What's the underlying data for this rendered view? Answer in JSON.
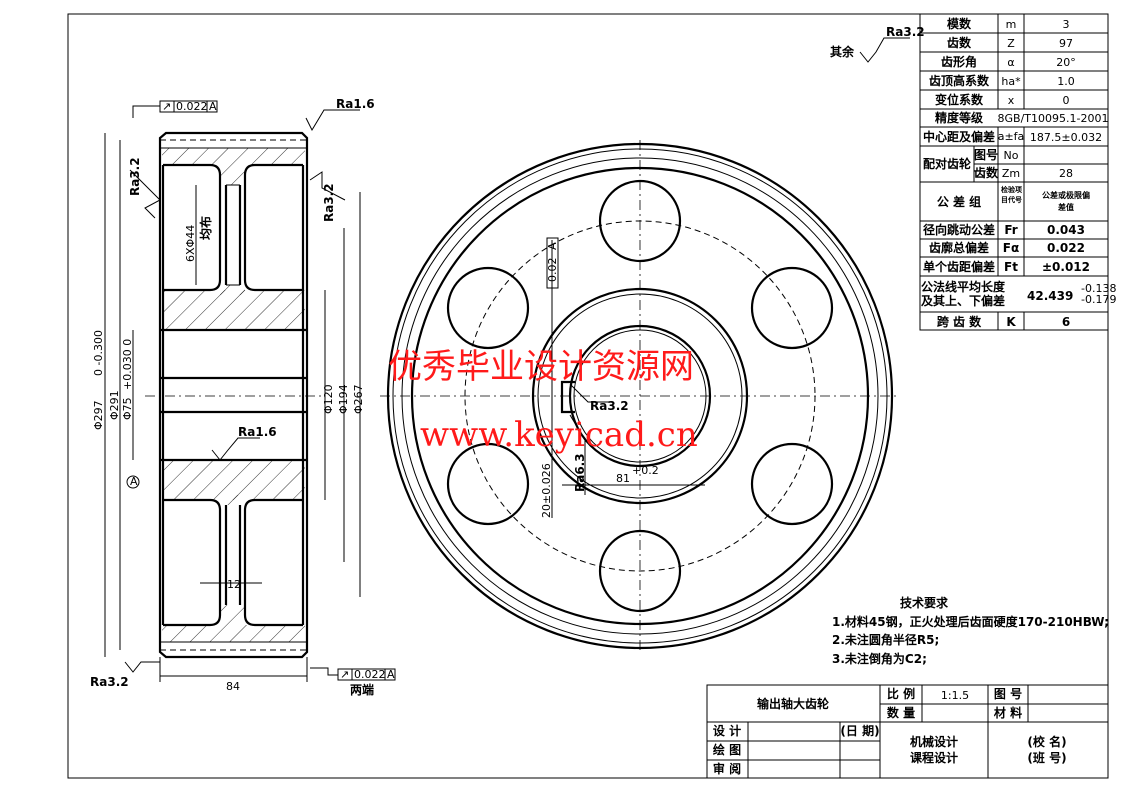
{
  "drawing": {
    "surface_note": "其余",
    "surface_note_ra": "Ra3.2",
    "left_view": {
      "tol_top": "0.022",
      "tol_top_datum": "A",
      "tol_bottom": "0.022",
      "tol_bottom_datum": "A",
      "ra_top": "Ra1.6",
      "ra_left": "Ra3.2",
      "ra_right": "Ra3.2",
      "ra_bore": "Ra1.6",
      "ra_bottom": "Ra3.2",
      "holes_dim": "6XΦ44",
      "holes_note": "均布",
      "dim_od": "Φ297",
      "dim_od_tol": "0 -0.300",
      "dim_291": "Φ291",
      "dim_bore": "Φ75",
      "dim_bore_tol": "+0.030 0",
      "dim_120": "Φ120",
      "dim_194": "Φ194",
      "dim_267": "Φ267",
      "dim_web": "12",
      "dim_width": "84",
      "datum": "A",
      "both_ends": "两端"
    },
    "right_view": {
      "tol_keyway": "0.02",
      "tol_keyway_datum": "A",
      "ra_key": "Ra3.2",
      "ra_key_side": "Ra6.3",
      "dim_key_width": "20±0.026",
      "dim_key_depth": "81",
      "dim_key_depth_tol": "+0.2"
    }
  },
  "watermark": {
    "line1": "优秀毕业设计资源网",
    "line2": "www.keyicad.cn",
    "color": "#ff1a1a"
  },
  "param_table": {
    "rows": [
      {
        "name": "模数",
        "sym": "m",
        "value": "3"
      },
      {
        "name": "齿数",
        "sym": "Z",
        "value": "97"
      },
      {
        "name": "齿形角",
        "sym": "α",
        "value": "20°"
      },
      {
        "name": "齿顶高系数",
        "sym": "ha*",
        "value": "1.0"
      },
      {
        "name": "变位系数",
        "sym": "x",
        "value": "0"
      },
      {
        "name": "精度等级",
        "value": "8GB/T10095.1-2001"
      },
      {
        "name": "中心距及偏差",
        "sym": "a±fa",
        "value": "187.5±0.032"
      }
    ],
    "mating": {
      "label": "配对齿轮",
      "no_label": "图号",
      "no_sym": "No",
      "no_value": "",
      "teeth_label": "齿数",
      "teeth_sym": "Zm",
      "teeth_value": "28"
    },
    "tol_group": {
      "label": "公 差 组",
      "col2": "检验项目代号",
      "col3": "公差或极限偏差值"
    },
    "checks": [
      {
        "name": "径向跳动公差",
        "sym": "Fr",
        "value": "0.043"
      },
      {
        "name": "齿廓总偏差",
        "sym": "Fα",
        "value": "0.022"
      },
      {
        "name": "单个齿距偏差",
        "sym": "Ft",
        "value": "±0.012"
      }
    ],
    "wk": {
      "label1": "公法线平均长度",
      "label2": "及其上、下偏差",
      "value": "42.439",
      "upper": "-0.138",
      "lower": "-0.179"
    },
    "k": {
      "name": "跨 齿 数",
      "sym": "K",
      "value": "6"
    }
  },
  "tech_req": {
    "title": "技术要求",
    "items": [
      "1.材料45钢，正火处理后齿面硬度170-210HBW;",
      "2.未注圆角半径R5;",
      "3.未注倒角为C2;"
    ]
  },
  "title_block": {
    "part_name": "输出轴大齿轮",
    "scale_label": "比 例",
    "scale_value": "1:1.5",
    "drawing_no_label": "图 号",
    "drawing_no_value": "",
    "qty_label": "数 量",
    "qty_value": "",
    "material_label": "材 料",
    "material_value": "",
    "design_label": "设 计",
    "date_label": "(日 期)",
    "draw_label": "绘 图",
    "review_label": "审 阅",
    "course1": "机械设计",
    "course2": "课程设计",
    "school": "(校 名)",
    "class": "(班 号)"
  }
}
